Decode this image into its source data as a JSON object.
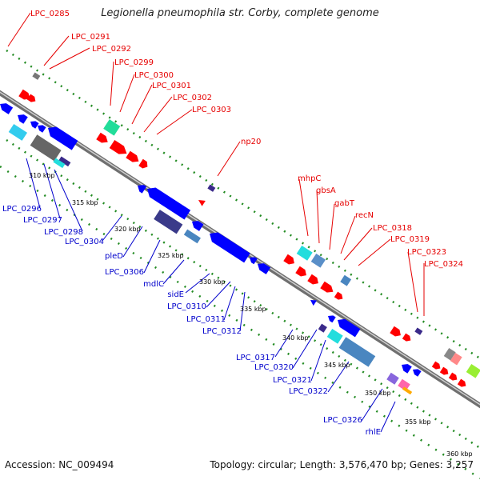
{
  "title": "Legionella pneumophila str. Corby, complete genome",
  "footer": {
    "accession": "Accession: NC_009494",
    "topology": "Topology: circular; Length: 3,576,470 bp; Genes: 3,257"
  },
  "colors": {
    "forward_label": "#e60000",
    "reverse_label": "#0000cc",
    "backbone": "#8c8c8c",
    "dotted_track": "#228b22"
  },
  "ticks": [
    "310 kbp",
    "315 kbp",
    "320 kbp",
    "325 kbp",
    "330 kbp",
    "335 kbp",
    "340 kbp",
    "345 kbp",
    "350 kbp",
    "355 kbp",
    "360 kbp"
  ],
  "forward_labels": [
    "LPC_0285",
    "LPC_0291",
    "LPC_0292",
    "LPC_0299",
    "LPC_0300",
    "LPC_0301",
    "LPC_0302",
    "LPC_0303",
    "np20",
    "mhpC",
    "gbsA",
    "gabT",
    "recN",
    "LPC_0318",
    "LPC_0319",
    "LPC_0323",
    "LPC_0324"
  ],
  "reverse_labels": [
    "LPC_0296",
    "LPC_0297",
    "LPC_0298",
    "LPC_0304",
    "pleD",
    "LPC_0306",
    "mdlC",
    "sidE",
    "LPC_0310",
    "LPC_0311",
    "LPC_0312",
    "LPC_0317",
    "LPC_0320",
    "LPC_0321",
    "LPC_0322",
    "LPC_0326",
    "rhlE"
  ]
}
